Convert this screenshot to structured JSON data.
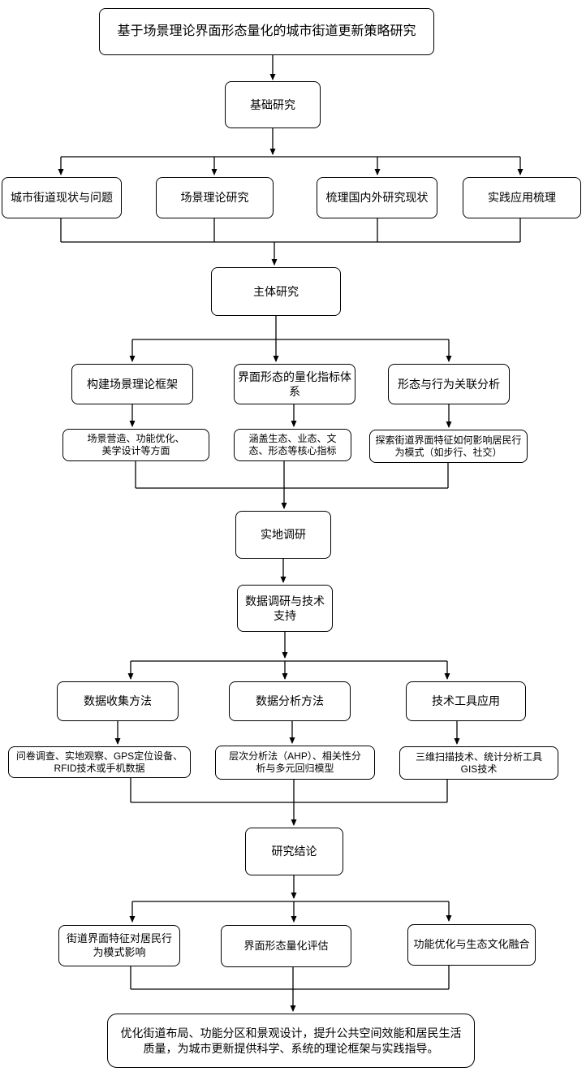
{
  "diagram": {
    "type": "flowchart",
    "nodes": {
      "root": {
        "label": "基于场景理论界面形态量化的城市街道更新策略研究"
      },
      "basic": {
        "label": "基础研究"
      },
      "current_issues": {
        "label": "城市街道现状与问题"
      },
      "scene_theory": {
        "label": "场景理论研究"
      },
      "literature": {
        "label": "梳理国内外研究现状"
      },
      "practice": {
        "label": "实践应用梳理"
      },
      "main": {
        "label": "主体研究"
      },
      "framework": {
        "label": "构建场景理论框架"
      },
      "indicators": {
        "label": "界面形态的量化指标体\n系"
      },
      "behavior": {
        "label": "形态与行为关联分析"
      },
      "framework_detail": {
        "label": "场景营造、功能优化、\n美学设计等方面"
      },
      "indicators_detail": {
        "label": "涵盖生态、业态、文\n态、形态等核心指标"
      },
      "behavior_detail": {
        "label": "探索街道界面特征如何影响居民行\n为模式（如步行、社交）"
      },
      "field_survey": {
        "label": "实地调研"
      },
      "data_support": {
        "label": "数据调研与技术\n支持"
      },
      "collection": {
        "label": "数据收集方法"
      },
      "analysis": {
        "label": "数据分析方法"
      },
      "tools": {
        "label": "技术工具应用"
      },
      "collection_detail": {
        "label": "问卷调查、实地观察、GPS定位设备、\nRFID技术或手机数据"
      },
      "analysis_detail": {
        "label": "层次分析法（AHP）、相关性分\n析与多元回归模型"
      },
      "tools_detail": {
        "label": "三维扫描技术、统计分析工具\nGIS技术"
      },
      "conclusion": {
        "label": "研究结论"
      },
      "concl_behavior": {
        "label": "街道界面特征对居民行\n为模式影响"
      },
      "concl_eval": {
        "label": "界面形态量化评估"
      },
      "concl_fusion": {
        "label": "功能优化与生态文化融合"
      },
      "final": {
        "label": "优化街道布局、功能分区和景观设计，提升公共空间效能和居民生活\n质量，为城市更新提供科学、系统的理论框架与实践指导。"
      }
    },
    "line_color": "#000000"
  }
}
